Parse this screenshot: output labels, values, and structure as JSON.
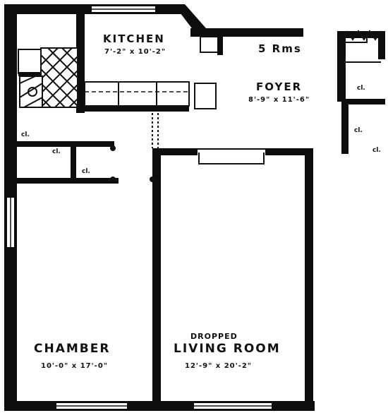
{
  "rooms": {
    "kitchen": {
      "name": "KITCHEN",
      "dims": "7'-2\" x 10'-2\""
    },
    "foyer": {
      "name": "FOYER",
      "dims": "8'-9\" x 11'-6\""
    },
    "chamber": {
      "name": "CHAMBER",
      "dims": "10'-0\" x 17'-0\""
    },
    "living": {
      "name_line1": "DROPPED",
      "name_line2": "LIVING ROOM",
      "dims": "12'-9\" x 20'-2\""
    }
  },
  "unit_label": "5 Rms",
  "closets": {
    "label": "cl."
  },
  "colors": {
    "ink": "#0d0d0d",
    "paper": "#ffffff"
  }
}
